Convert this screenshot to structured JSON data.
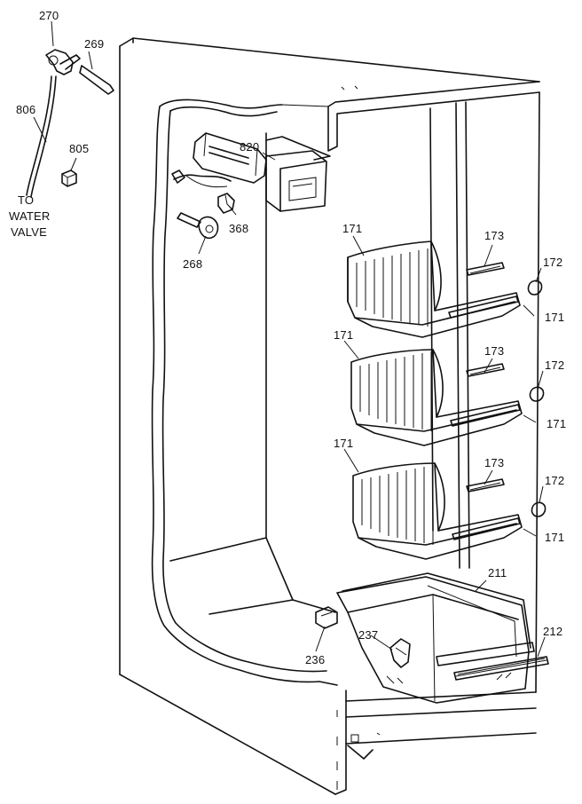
{
  "diagram": {
    "labels": {
      "p270": "270",
      "p269": "269",
      "p806": "806",
      "p805": "805",
      "to": "TO",
      "water": "WATER",
      "valve": "VALVE",
      "p820": "820",
      "p368": "368",
      "p268": "268",
      "p171_a": "171",
      "p173_a": "173",
      "p172_a": "172",
      "p171_b": "171",
      "p171_c": "171",
      "p173_b": "173",
      "p172_b": "172",
      "p171_d": "171",
      "p171_e": "171",
      "p173_c": "173",
      "p172_c": "172",
      "p171_f": "171",
      "p211": "211",
      "p237": "237",
      "p212": "212",
      "p236": "236"
    }
  }
}
